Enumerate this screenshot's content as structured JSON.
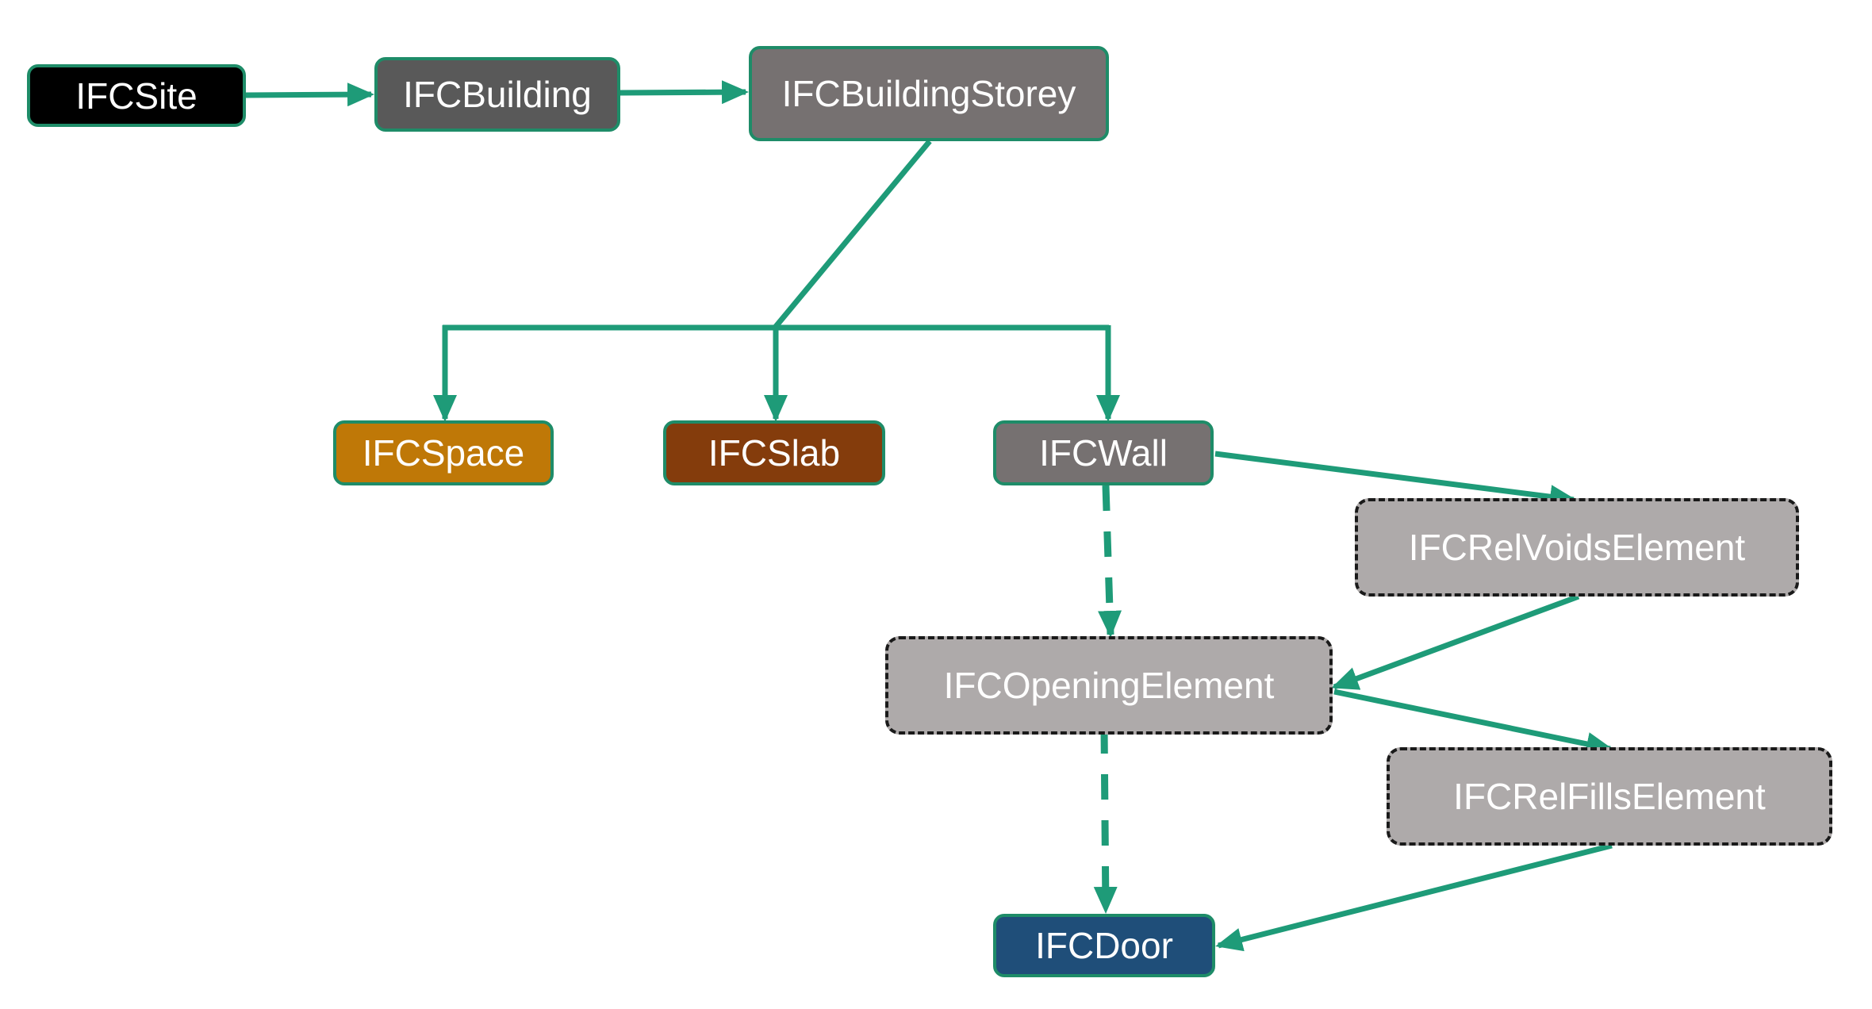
{
  "colors": {
    "edge": "#1e9b78",
    "node_border": "#1e8c68"
  },
  "nodes": {
    "site": {
      "label": "IFCSite",
      "fill": "#000000"
    },
    "building": {
      "label": "IFCBuilding",
      "fill": "#595959"
    },
    "storey": {
      "label": "IFCBuildingStorey",
      "fill": "#767171"
    },
    "space": {
      "label": "IFCSpace",
      "fill": "#bf7807"
    },
    "slab": {
      "label": "IFCSlab",
      "fill": "#843c0c"
    },
    "wall": {
      "label": "IFCWall",
      "fill": "#767171"
    },
    "rel_voids": {
      "label": "IFCRelVoidsElement",
      "fill": "#aeaaaa"
    },
    "opening": {
      "label": "IFCOpeningElement",
      "fill": "#aeaaaa"
    },
    "rel_fills": {
      "label": "IFCRelFillsElement",
      "fill": "#aeaaaa"
    },
    "door": {
      "label": "IFCDoor",
      "fill": "#1f4e79"
    }
  },
  "edges": [
    {
      "from": "site",
      "to": "building",
      "style": "solid"
    },
    {
      "from": "building",
      "to": "storey",
      "style": "solid"
    },
    {
      "from": "storey",
      "to": "space",
      "style": "solid"
    },
    {
      "from": "storey",
      "to": "slab",
      "style": "solid"
    },
    {
      "from": "storey",
      "to": "wall",
      "style": "solid"
    },
    {
      "from": "wall",
      "to": "rel_voids",
      "style": "solid"
    },
    {
      "from": "wall",
      "to": "opening",
      "style": "dashed"
    },
    {
      "from": "rel_voids",
      "to": "opening",
      "style": "solid"
    },
    {
      "from": "opening",
      "to": "rel_fills",
      "style": "solid"
    },
    {
      "from": "opening",
      "to": "door",
      "style": "dashed"
    },
    {
      "from": "rel_fills",
      "to": "door",
      "style": "solid"
    }
  ]
}
